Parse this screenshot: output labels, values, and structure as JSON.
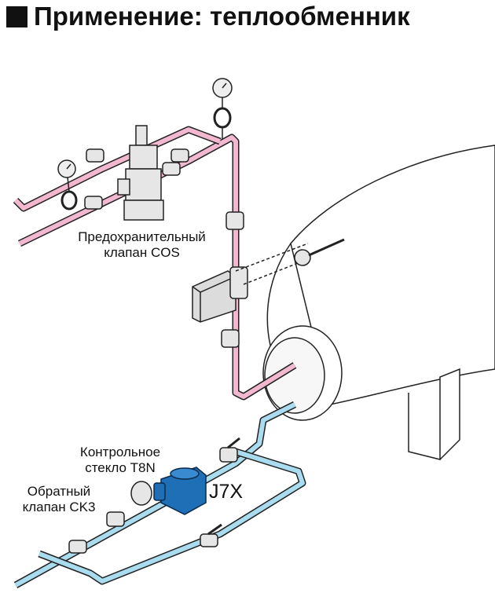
{
  "title": "Применение: теплообменник",
  "labels": {
    "safety_valve_line1": "Предохранительный",
    "safety_valve_line2": "клапан COS",
    "sight_glass_line1": "Контрольное",
    "sight_glass_line2": "стекло T8N",
    "check_valve_line1": "Обратный",
    "check_valve_line2": "клапан CK3",
    "steam_trap": "J7X"
  },
  "colors": {
    "steam_pipe": "#f2b8cf",
    "condensate_pipe": "#a9dcef",
    "trap_body": "#1f6fb7",
    "outline": "#222222"
  }
}
